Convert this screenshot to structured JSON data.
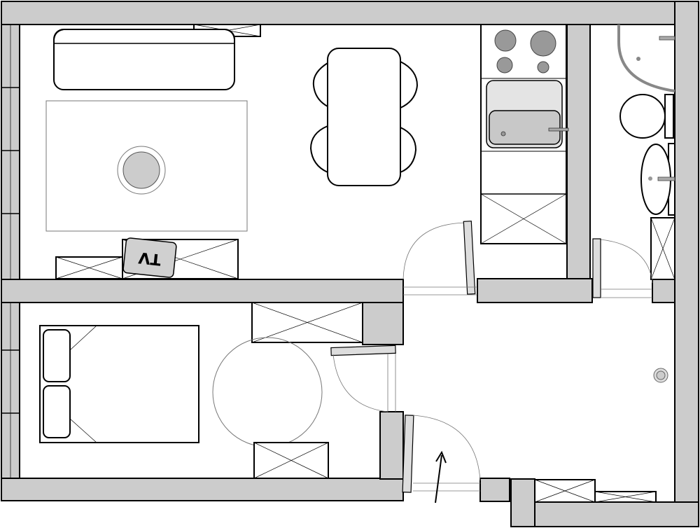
{
  "tv_label": "TV",
  "colors": {
    "wall": "#cccccc",
    "stroke": "#000000",
    "background": "#ffffff"
  },
  "rooms": [
    "living-room",
    "bedroom",
    "kitchen",
    "bathroom",
    "hallway"
  ],
  "icons": [
    "sofa-icon",
    "rug-icon",
    "dining-table-icon",
    "chair-icon",
    "stove-icon",
    "sink-icon",
    "bed-icon",
    "pillow-icon",
    "toilet-icon",
    "washbasin-icon",
    "shower-tray-icon",
    "door-swing-icon",
    "entrance-arrow-icon",
    "wardrobe-icon",
    "drain-icon"
  ]
}
